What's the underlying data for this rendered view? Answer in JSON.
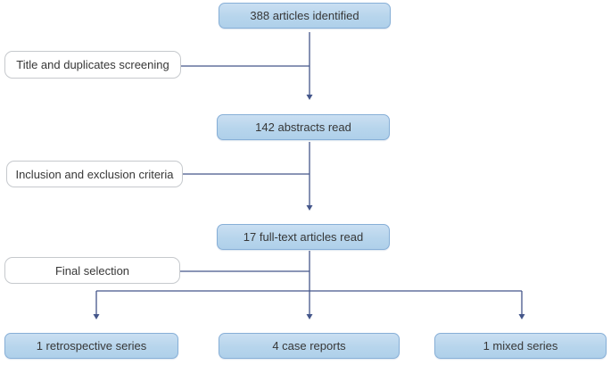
{
  "diagram": {
    "type": "flowchart",
    "subject": "article screening flow",
    "nodes": [
      {
        "id": "identified",
        "label": "388 articles identified",
        "kind": "process"
      },
      {
        "id": "screening",
        "label": "Title and duplicates screening",
        "kind": "step-label"
      },
      {
        "id": "abstracts",
        "label": "142 abstracts read",
        "kind": "process"
      },
      {
        "id": "criteria",
        "label": "Inclusion and exclusion criteria",
        "kind": "step-label"
      },
      {
        "id": "fulltext",
        "label": "17 full-text articles read",
        "kind": "process"
      },
      {
        "id": "final",
        "label": "Final selection",
        "kind": "step-label"
      },
      {
        "id": "retrospective",
        "label": "1 retrospective series",
        "kind": "process"
      },
      {
        "id": "casereports",
        "label": "4 case reports",
        "kind": "process"
      },
      {
        "id": "mixed",
        "label": "1 mixed series",
        "kind": "process"
      }
    ],
    "edges": [
      {
        "from": "identified",
        "to": "abstracts",
        "via": "screening"
      },
      {
        "from": "abstracts",
        "to": "fulltext",
        "via": "criteria"
      },
      {
        "from": "fulltext",
        "to": "retrospective",
        "via": "final"
      },
      {
        "from": "fulltext",
        "to": "casereports",
        "via": "final"
      },
      {
        "from": "fulltext",
        "to": "mixed",
        "via": "final"
      }
    ],
    "colors": {
      "process_fill_top": "#cadff2",
      "process_fill_bottom": "#afd0ea",
      "process_border": "#87afd7",
      "step_label_border": "#c6c9cd",
      "connector": "#44568a",
      "text": "#373737",
      "background": "#ffffff"
    }
  }
}
